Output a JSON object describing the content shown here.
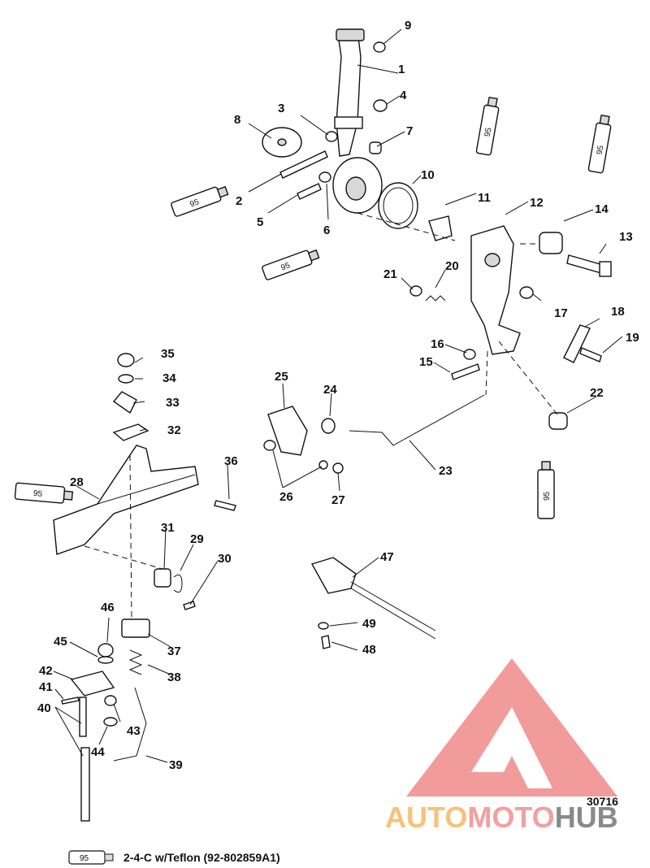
{
  "callouts": [
    {
      "id": "1",
      "text": "1"
    },
    {
      "id": "2",
      "text": "2"
    },
    {
      "id": "3",
      "text": "3"
    },
    {
      "id": "4",
      "text": "4"
    },
    {
      "id": "5",
      "text": "5"
    },
    {
      "id": "6",
      "text": "6"
    },
    {
      "id": "7",
      "text": "7"
    },
    {
      "id": "8",
      "text": "8"
    },
    {
      "id": "9",
      "text": "9"
    },
    {
      "id": "10",
      "text": "10"
    },
    {
      "id": "11",
      "text": "11"
    },
    {
      "id": "12",
      "text": "12"
    },
    {
      "id": "13",
      "text": "13"
    },
    {
      "id": "14",
      "text": "14"
    },
    {
      "id": "15",
      "text": "15"
    },
    {
      "id": "16",
      "text": "16"
    },
    {
      "id": "17",
      "text": "17"
    },
    {
      "id": "18",
      "text": "18"
    },
    {
      "id": "19",
      "text": "19"
    },
    {
      "id": "20",
      "text": "20"
    },
    {
      "id": "21",
      "text": "21"
    },
    {
      "id": "22",
      "text": "22"
    },
    {
      "id": "23",
      "text": "23"
    },
    {
      "id": "24",
      "text": "24"
    },
    {
      "id": "25",
      "text": "25"
    },
    {
      "id": "26",
      "text": "26"
    },
    {
      "id": "27",
      "text": "27"
    },
    {
      "id": "28",
      "text": "28"
    },
    {
      "id": "29",
      "text": "29"
    },
    {
      "id": "30",
      "text": "30"
    },
    {
      "id": "31",
      "text": "31"
    },
    {
      "id": "32",
      "text": "32"
    },
    {
      "id": "33",
      "text": "33"
    },
    {
      "id": "34",
      "text": "34"
    },
    {
      "id": "35",
      "text": "35"
    },
    {
      "id": "36",
      "text": "36"
    },
    {
      "id": "37",
      "text": "37"
    },
    {
      "id": "38",
      "text": "38"
    },
    {
      "id": "39",
      "text": "39"
    },
    {
      "id": "40",
      "text": "40"
    },
    {
      "id": "41",
      "text": "41"
    },
    {
      "id": "42",
      "text": "42"
    },
    {
      "id": "43",
      "text": "43"
    },
    {
      "id": "44",
      "text": "44"
    },
    {
      "id": "45",
      "text": "45"
    },
    {
      "id": "46",
      "text": "46"
    },
    {
      "id": "47",
      "text": "47"
    },
    {
      "id": "48",
      "text": "48"
    },
    {
      "id": "49",
      "text": "49"
    }
  ],
  "lubricant_tube_label": "95",
  "legend": {
    "tube_label": "95",
    "text": "2-4-C w/Teflon (92-802859A1)"
  },
  "figure_number": "30716",
  "watermark": {
    "part1": "AUTO",
    "part2": "MOTO",
    "part3": "HUB",
    "colors": {
      "auto": "#f5c27a",
      "moto": "#f2a0a0",
      "hub": "#8a8a8a",
      "logo": "#f08a8a"
    }
  }
}
